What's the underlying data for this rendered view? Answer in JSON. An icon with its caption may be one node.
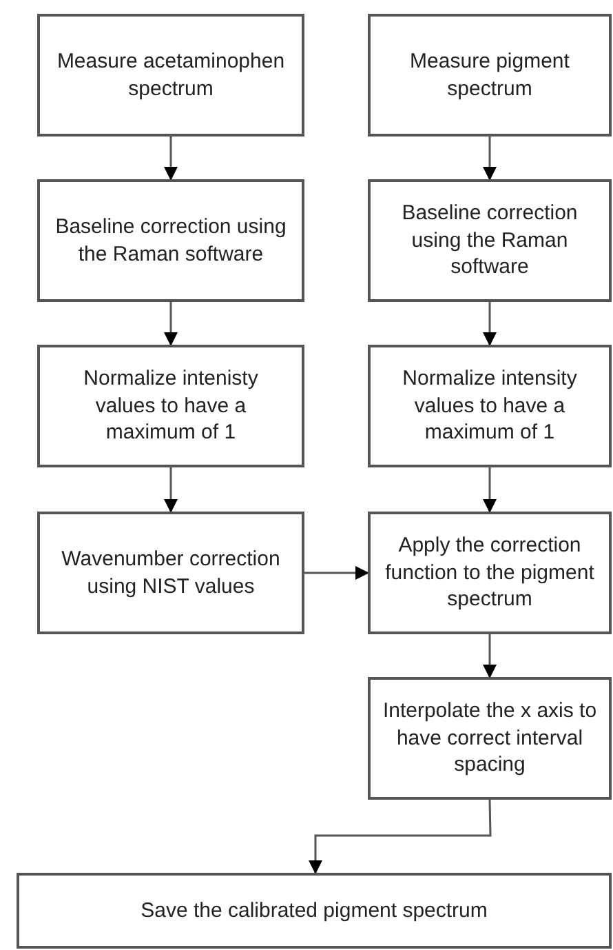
{
  "diagram": {
    "nodes": [
      {
        "text": [
          "Measure acetaminophen spectrum"
        ]
      },
      {
        "text": [
          "Baseline correction using the Raman software"
        ]
      },
      {
        "text": [
          "Normalize intenisty values to have a maximum of 1"
        ]
      },
      {
        "text": [
          "Wavenumber correction using NIST values"
        ]
      },
      {
        "text": [
          "Measure pigment spectrum"
        ]
      },
      {
        "text": [
          "Baseline correction using the Raman software"
        ]
      },
      {
        "text": [
          "Normalize intensity values to have a maximum of 1"
        ]
      },
      {
        "text": [
          "Apply the correction function to the pigment spectrum"
        ]
      },
      {
        "text": [
          "Interpolate the x axis to have correct interval spacing"
        ]
      },
      {
        "text": [
          "Save the calibrated pigment spectrum"
        ]
      }
    ],
    "edges": [
      {
        "from": 0,
        "to": 1,
        "arrow": "to"
      },
      {
        "from": 1,
        "to": 2,
        "arrow": "to"
      },
      {
        "from": 2,
        "to": 3,
        "arrow": "to"
      },
      {
        "from": 4,
        "to": 5,
        "arrow": "to"
      },
      {
        "from": 5,
        "to": 6,
        "arrow": "to"
      },
      {
        "from": 6,
        "to": 7,
        "arrow": "to"
      },
      {
        "from": 3,
        "to": 7,
        "arrow": "to"
      },
      {
        "from": 7,
        "to": 8,
        "arrow": "to"
      },
      {
        "from": 8,
        "to": 9,
        "arrow": "to"
      }
    ]
  }
}
